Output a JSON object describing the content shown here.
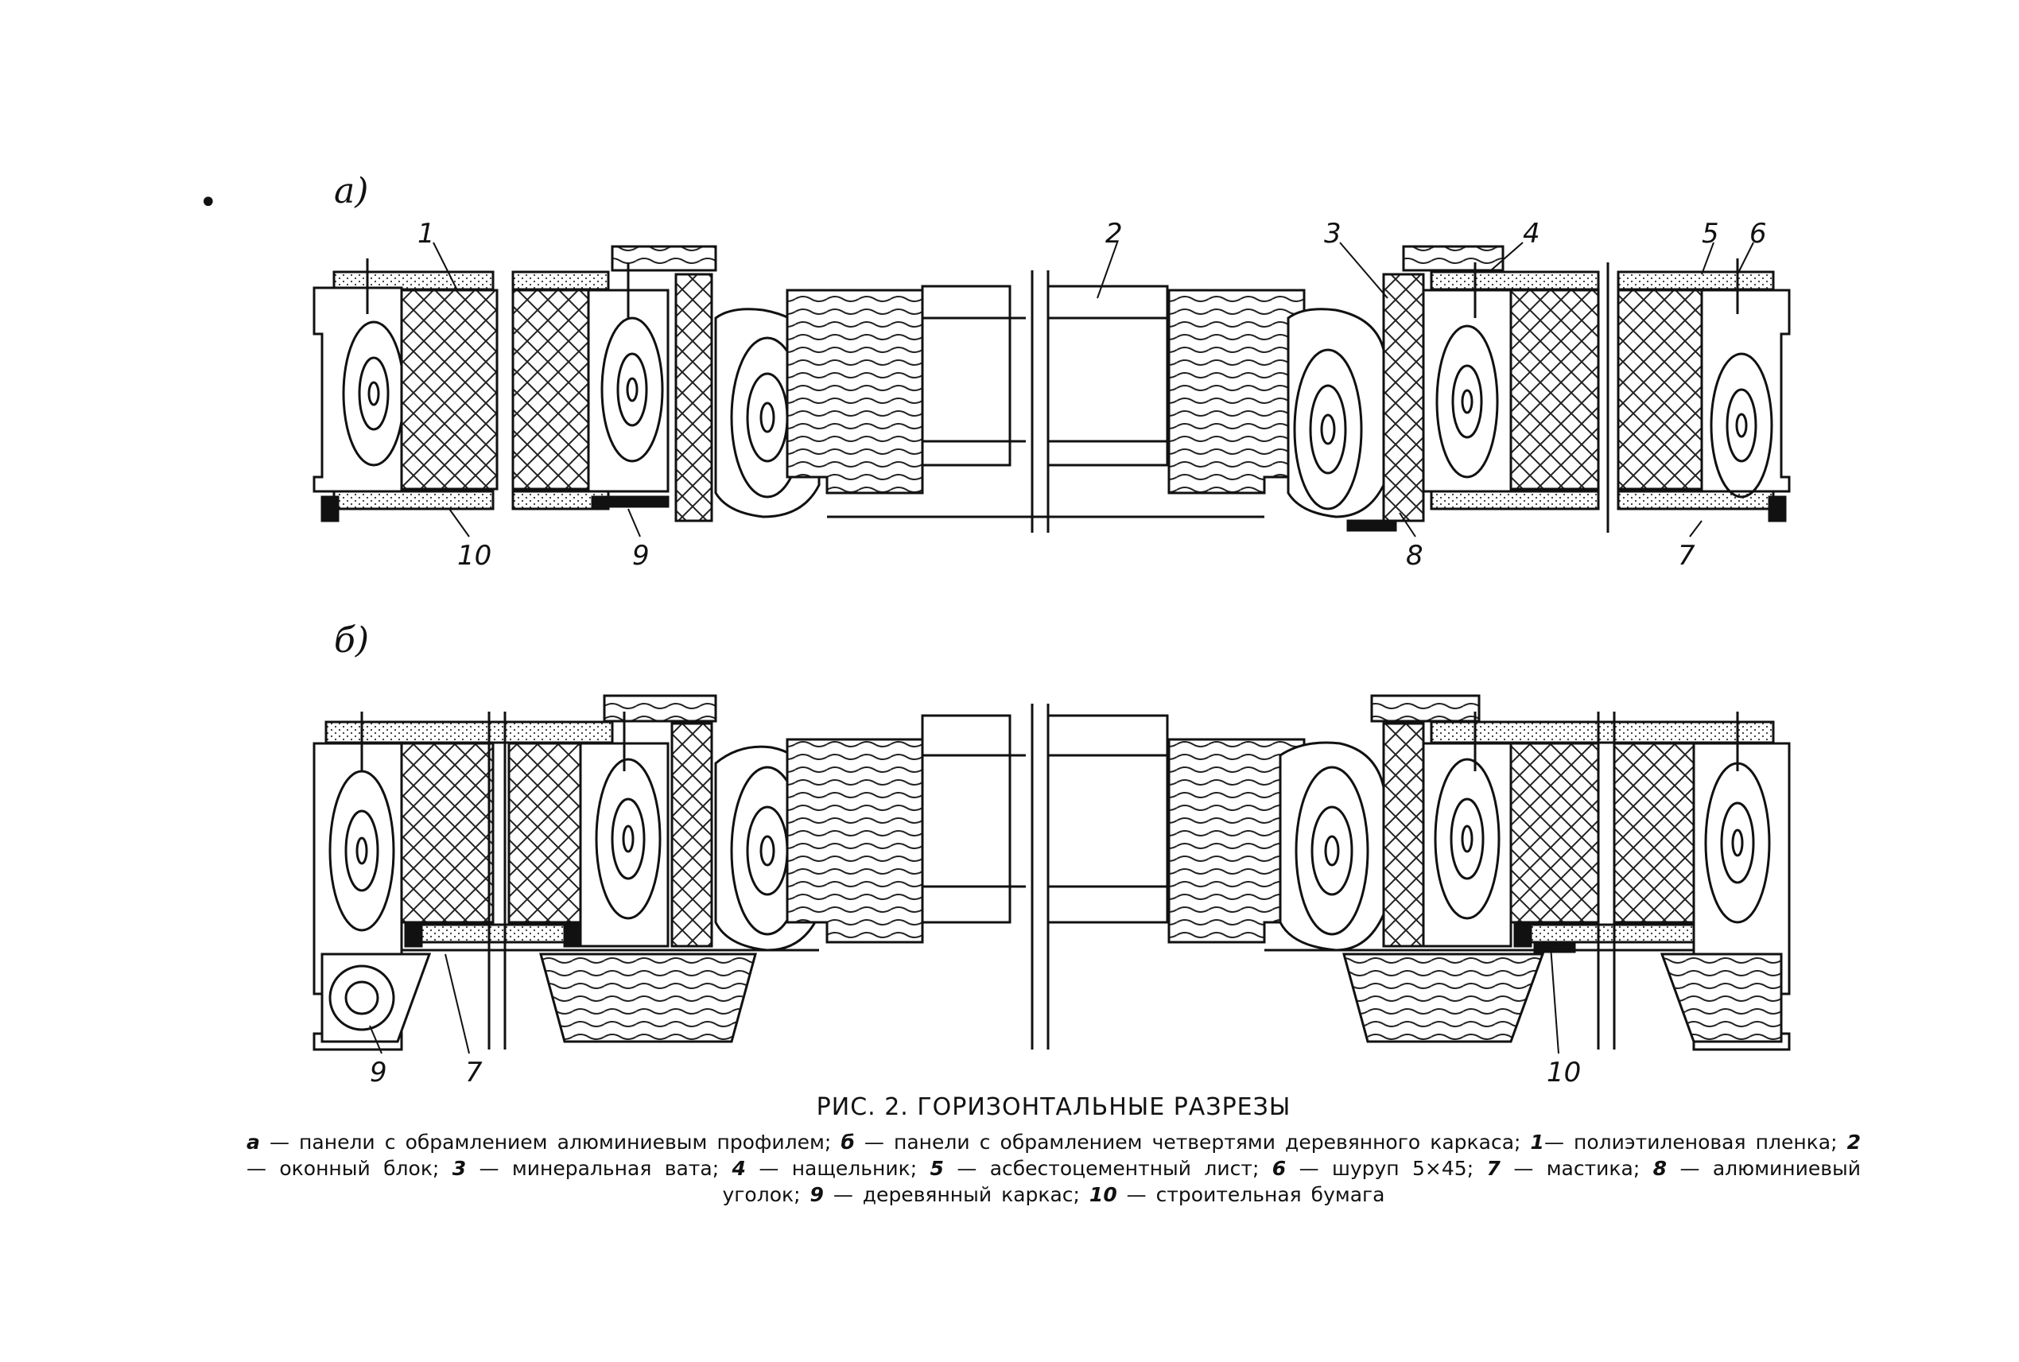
{
  "stray_mark": "•",
  "figure": {
    "panel_a": {
      "letter": "а)",
      "callouts": [
        {
          "id": "a-1",
          "text": "1"
        },
        {
          "id": "a-2",
          "text": "2"
        },
        {
          "id": "a-3",
          "text": "3"
        },
        {
          "id": "a-4",
          "text": "4"
        },
        {
          "id": "a-5",
          "text": "5"
        },
        {
          "id": "a-6",
          "text": "6"
        },
        {
          "id": "a-10",
          "text": "10"
        },
        {
          "id": "a-9",
          "text": "9"
        },
        {
          "id": "a-8",
          "text": "8"
        },
        {
          "id": "a-7",
          "text": "7"
        }
      ]
    },
    "panel_b": {
      "letter": "б)",
      "callouts": [
        {
          "id": "b-9",
          "text": "9"
        },
        {
          "id": "b-7",
          "text": "7"
        },
        {
          "id": "b-10",
          "text": "10"
        }
      ]
    }
  },
  "caption": {
    "title": "РИС. 2. ГОРИЗОНТАЛЬНЫЕ РАЗРЕЗЫ",
    "legend": [
      {
        "key": "а",
        "text": "— панели с обрамлением алюминиевым профилем;"
      },
      {
        "key": "б",
        "text": "— панели с обрамлением четвертями деревянного каркаса;"
      },
      {
        "key": "1",
        "text": "— полиэтиленовая пленка;"
      },
      {
        "key": "2",
        "text": "— оконный блок;"
      },
      {
        "key": "3",
        "text": "— минеральная вата;"
      },
      {
        "key": "4",
        "text": "— нащельник;"
      },
      {
        "key": "5",
        "text": "— асбестоцементный лист;"
      },
      {
        "key": "6",
        "text": "— шуруп 5×45;"
      },
      {
        "key": "7",
        "text": "— мастика;"
      },
      {
        "key": "8",
        "text": "— алюминиевый уголок;"
      },
      {
        "key": "9",
        "text": "— деревянный каркас;"
      },
      {
        "key": "10",
        "text": "— строительная бумага"
      }
    ]
  }
}
